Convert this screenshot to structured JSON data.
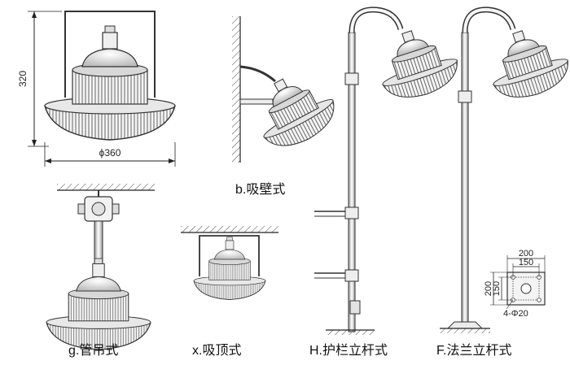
{
  "dimensions": {
    "height": "320",
    "diameter": "ϕ360",
    "flange_width_outer": "200",
    "flange_width_inner": "150",
    "flange_height_outer": "200",
    "flange_height_inner": "150",
    "flange_holes": "4-Φ20"
  },
  "labels": {
    "wall": "b.吸壁式",
    "pipe_pendant": "g.管吊式",
    "ceiling": "x.吸顶式",
    "guardrail_pole": "H.护栏立杆式",
    "flange_pole": "F.法兰立杆式"
  }
}
